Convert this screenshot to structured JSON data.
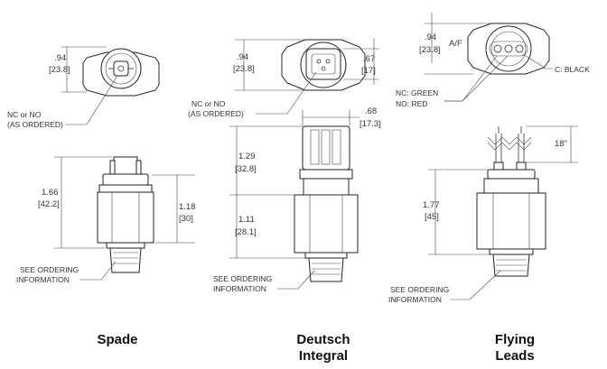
{
  "captions": {
    "spade": "Spade",
    "deutsch_line1": "Deutsch",
    "deutsch_line2": "Integral",
    "flying_line1": "Flying",
    "flying_line2": "Leads"
  },
  "spade": {
    "dim_top_in": ".94",
    "dim_top_mm": "[23.8]",
    "note_line1": "NC or NO",
    "note_line2": "(AS ORDERED)",
    "dim_height_in": "1.66",
    "dim_height_mm": "[42.2]",
    "dim_thread_in": "1.18",
    "dim_thread_mm": "[30]",
    "ordering_line1": "SEE ORDERING",
    "ordering_line2": "INFORMATION"
  },
  "deutsch": {
    "dim_top_in": ".94",
    "dim_top_mm": "[23.8]",
    "dim_conn_in": ".67",
    "dim_conn_mm": "[17]",
    "dim_conn2_in": ".68",
    "dim_conn2_mm": "[17.3]",
    "note_line1": "NC or NO",
    "note_line2": "(AS ORDERED)",
    "dim_upper_in": "1.29",
    "dim_upper_mm": "[32.8]",
    "dim_lower_in": "1.11",
    "dim_lower_mm": "[28.1]",
    "ordering_line1": "SEE ORDERING",
    "ordering_line2": "INFORMATION"
  },
  "flying": {
    "dim_top_in": ".94",
    "dim_top_mm": "[23.8]",
    "af_label": "A/F",
    "c_label": "C: BLACK",
    "nc_label": "NC: GREEN",
    "no_label": "NO: RED",
    "lead_length": "18\"",
    "dim_height_in": "1.77",
    "dim_height_mm": "[45]",
    "ordering_line1": "SEE ORDERING",
    "ordering_line2": "INFORMATION"
  }
}
